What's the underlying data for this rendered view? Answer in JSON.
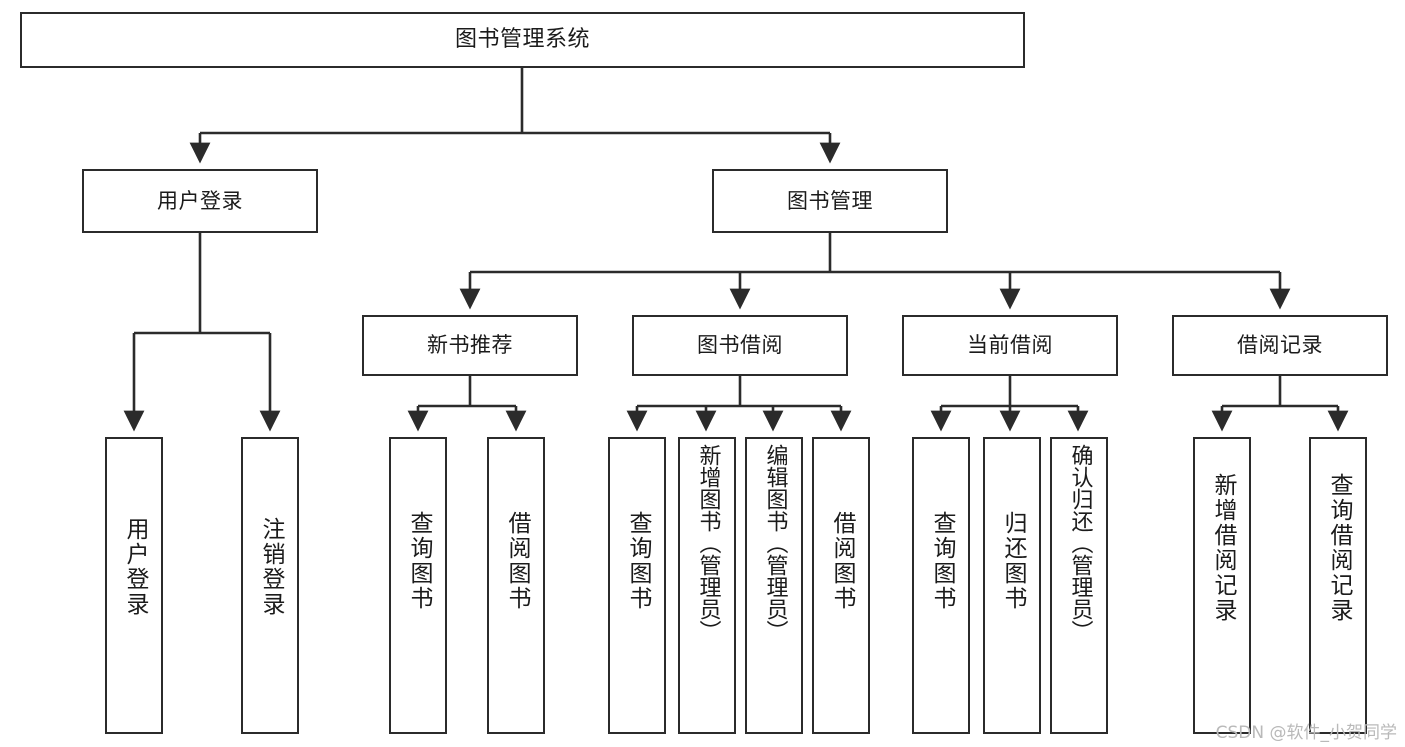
{
  "diagram": {
    "type": "tree-hierarchy",
    "title": "图书管理系统",
    "root": {
      "id": "root",
      "label": "图书管理系统"
    },
    "level2": [
      {
        "id": "user-login",
        "label": "用户登录"
      },
      {
        "id": "book-manage",
        "label": "图书管理"
      }
    ],
    "level3": [
      {
        "id": "new-book-rec",
        "label": "新书推荐"
      },
      {
        "id": "book-borrow",
        "label": "图书借阅"
      },
      {
        "id": "current-borrow",
        "label": "当前借阅"
      },
      {
        "id": "borrow-record",
        "label": "借阅记录"
      }
    ],
    "leaves": {
      "user_login": [
        {
          "id": "leaf-user-login",
          "label": "用户登录"
        },
        {
          "id": "leaf-logout",
          "label": "注销登录"
        }
      ],
      "new_book_rec": [
        {
          "id": "leaf-query-book-1",
          "label": "查询图书"
        },
        {
          "id": "leaf-borrow-book-1",
          "label": "借阅图书"
        }
      ],
      "book_borrow": [
        {
          "id": "leaf-query-book-2",
          "label": "查询图书"
        },
        {
          "id": "leaf-add-book",
          "label": "新增图书（管理员）"
        },
        {
          "id": "leaf-edit-book",
          "label": "编辑图书（管理员）"
        },
        {
          "id": "leaf-borrow-book-2",
          "label": "借阅图书"
        }
      ],
      "current_borrow": [
        {
          "id": "leaf-query-book-3",
          "label": "查询图书"
        },
        {
          "id": "leaf-return-book",
          "label": "归还图书"
        },
        {
          "id": "leaf-confirm-return",
          "label": "确认归还（管理员）"
        }
      ],
      "borrow_record": [
        {
          "id": "leaf-add-record",
          "label": "新增借阅记录"
        },
        {
          "id": "leaf-query-record",
          "label": "查询借阅记录"
        }
      ]
    }
  },
  "watermark": {
    "text": "CSDN @软件_小贺同学"
  },
  "colors": {
    "stroke": "#2b2b2b",
    "fill": "#ffffff",
    "text": "#1b1b1b",
    "watermark": "#b9b9b9"
  }
}
